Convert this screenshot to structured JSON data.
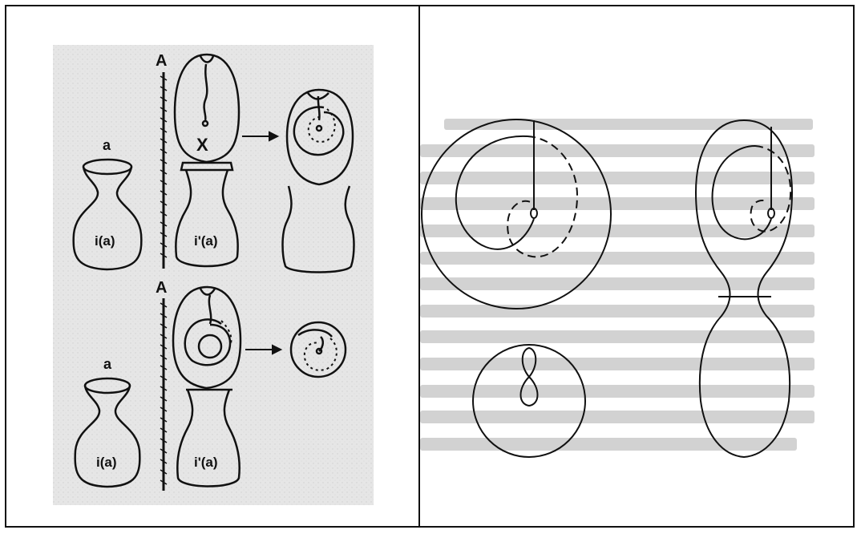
{
  "left_figure": {
    "top_row": {
      "line_label": "A",
      "vase_letter": "a",
      "vase_label": "i(a)",
      "bulb_letter": "X",
      "stem_label": "i'(a)"
    },
    "bottom_row": {
      "line_label": "A",
      "vase_letter": "a",
      "vase_label": "i(a)",
      "stem_label": "i'(a)"
    }
  },
  "colors": {
    "ink": "#111111",
    "scan_background": "#e6e6e6",
    "faint_text": "#d2d2d2"
  }
}
